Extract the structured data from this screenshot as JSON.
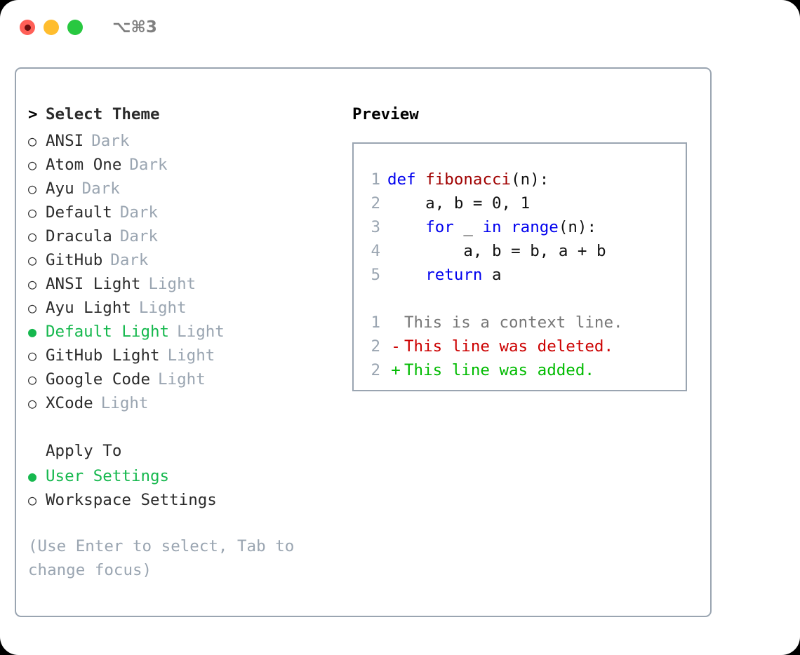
{
  "titlebar": {
    "shortcut": "⌥⌘3",
    "lights": [
      "close",
      "minimize",
      "maximize"
    ]
  },
  "theme_list": {
    "header_marker": ">",
    "header_label": "Select Theme",
    "items": [
      {
        "marker": "○",
        "name": "ANSI",
        "kind": "Dark",
        "selected": false
      },
      {
        "marker": "○",
        "name": "Atom One",
        "kind": "Dark",
        "selected": false
      },
      {
        "marker": "○",
        "name": "Ayu",
        "kind": "Dark",
        "selected": false
      },
      {
        "marker": "○",
        "name": "Default",
        "kind": "Dark",
        "selected": false
      },
      {
        "marker": "○",
        "name": "Dracula",
        "kind": "Dark",
        "selected": false
      },
      {
        "marker": "○",
        "name": "GitHub",
        "kind": "Dark",
        "selected": false
      },
      {
        "marker": "○",
        "name": "ANSI Light",
        "kind": "Light",
        "selected": false
      },
      {
        "marker": "○",
        "name": "Ayu Light",
        "kind": "Light",
        "selected": false
      },
      {
        "marker": "●",
        "name": "Default Light",
        "kind": "Light",
        "selected": true
      },
      {
        "marker": "○",
        "name": "GitHub Light",
        "kind": "Light",
        "selected": false
      },
      {
        "marker": "○",
        "name": "Google Code",
        "kind": "Light",
        "selected": false
      },
      {
        "marker": "○",
        "name": "XCode",
        "kind": "Light",
        "selected": false
      }
    ]
  },
  "apply_to": {
    "label": "Apply To",
    "items": [
      {
        "marker": "●",
        "name": "User Settings",
        "selected": true
      },
      {
        "marker": "○",
        "name": "Workspace Settings",
        "selected": false
      }
    ]
  },
  "hint": "(Use Enter to select, Tab to change focus)",
  "preview": {
    "label": "Preview",
    "code_lines": [
      {
        "num": "1",
        "tokens": [
          {
            "t": "def ",
            "c": "kw"
          },
          {
            "t": "fibonacci",
            "c": "fn"
          },
          {
            "t": "(n):",
            "c": "pl"
          }
        ]
      },
      {
        "num": "2",
        "tokens": [
          {
            "t": "    a, b = 0, 1",
            "c": "pl"
          }
        ]
      },
      {
        "num": "3",
        "tokens": [
          {
            "t": "    ",
            "c": "pl"
          },
          {
            "t": "for",
            "c": "kw"
          },
          {
            "t": " _ ",
            "c": "pl"
          },
          {
            "t": "in",
            "c": "kw"
          },
          {
            "t": " ",
            "c": "pl"
          },
          {
            "t": "range",
            "c": "kw"
          },
          {
            "t": "(n):",
            "c": "pl"
          }
        ]
      },
      {
        "num": "4",
        "tokens": [
          {
            "t": "        a, b = b, a + b",
            "c": "pl"
          }
        ]
      },
      {
        "num": "5",
        "tokens": [
          {
            "t": "    ",
            "c": "pl"
          },
          {
            "t": "return",
            "c": "kw"
          },
          {
            "t": " a",
            "c": "pl"
          }
        ]
      }
    ],
    "diff_lines": [
      {
        "num": "1",
        "mark": " ",
        "text": "This is a context line.",
        "kind": "ctx"
      },
      {
        "num": "2",
        "mark": "-",
        "text": "This line was deleted.",
        "kind": "del"
      },
      {
        "num": "2",
        "mark": "+",
        "text": "This line was added.",
        "kind": "add"
      }
    ]
  },
  "colors": {
    "accent_green": "#16b84e",
    "muted": "#9aa5b1",
    "keyword_blue": "#0000ee",
    "function_red": "#a00000",
    "diff_add_green": "#00bb00",
    "diff_del_red": "#cc0000",
    "light_red": "#ff5f57",
    "light_yellow": "#ffbd2e",
    "light_green": "#28c840"
  }
}
